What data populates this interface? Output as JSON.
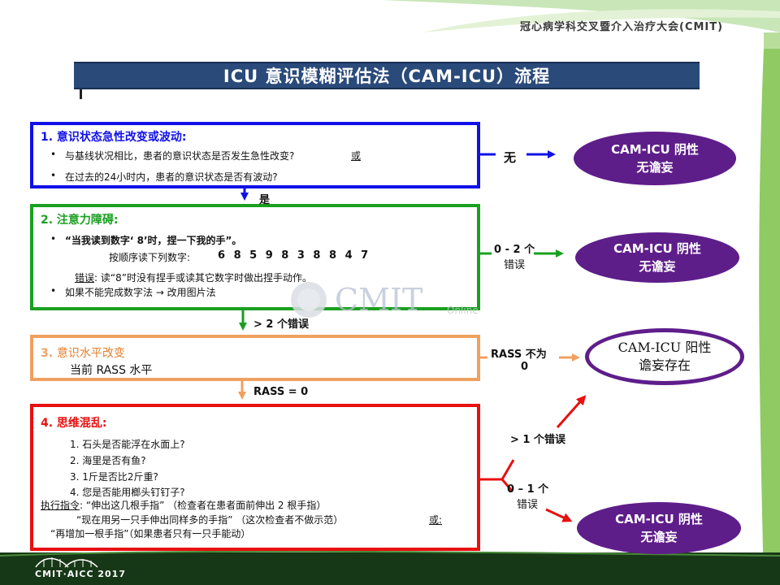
{
  "header": {
    "conference": "冠心病学科交叉暨介入治疗大会(CMIT)",
    "title": "ICU 意识模糊评估法（CAM-ICU）流程"
  },
  "step1": {
    "title": "1. 意识状态急性改变或波动:",
    "bullet1": "与基线状况相比，患者的意识状态是否发生急性改变?",
    "or": "或",
    "bullet2": "在过去的24小时内，患者的意识状态是否有波动?"
  },
  "step2": {
    "title": "2. 注意力障碍:",
    "bullet1": "“当我读到数字‘ 8’时，捏一下我的手”。",
    "sequence_label": "按顺序读下列数字:",
    "sequence": "6 8 5 9 8 3 8 8 4 7",
    "error_label": "错误",
    "error_text": ": 读“8”时没有捏手或读其它数字时做出捏手动作。",
    "bullet2": "如果不能完成数字法 → 改用图片法"
  },
  "step3": {
    "title_num": "3.",
    "title": "意识水平改变",
    "current": "当前 RASS 水平"
  },
  "step4": {
    "title": "4. 思维混乱:",
    "q1": "1. 石头是否能浮在水面上?",
    "q2": "2. 海里是否有鱼?",
    "q3": "3. 1斤是否比2斤重?",
    "q4": "4. 您是否能用榔头钉钉子?",
    "cmd_label": "执行指令",
    "cmd1": ": “伸出这几根手指” （检查者在患者面前伸出 2 根手指）",
    "cmd2": "“现在用另一只手伸出同样多的手指” （这次检查者不做示范）",
    "or": "或:",
    "cmd3": "“再增加一根手指”（如果患者只有一只手能动）"
  },
  "connectors": {
    "none": "无",
    "yes": "是",
    "errors_0_2_a": "0 - 2 个",
    "errors_0_2_b": "错误",
    "gt2": "> 2 个错误",
    "rass_not0_a": "RASS 不为",
    "rass_not0_b": "0",
    "rass_eq0": "RASS = 0",
    "gt1": "> 1 个错误",
    "errors_0_1_a": "0 – 1 个",
    "errors_0_1_b": "错误"
  },
  "outcomes": {
    "neg1_a": "CAM-ICU 阴性",
    "neg1_b": "无谵妄",
    "neg2_a": "CAM-ICU 阴性",
    "neg2_b": "无谵妄",
    "pos_a": "CAM-ICU 阳性",
    "pos_b": "谵妄存在",
    "neg3_a": "CAM-ICU 阴性",
    "neg3_b": "无谵妄"
  },
  "watermark": {
    "main": "CMIT",
    "sub": "Online"
  },
  "footer": {
    "text": "CMIT·AICC 2017"
  },
  "colors": {
    "title_bar": "#2a4a7a",
    "step1": "#1010e8",
    "step2": "#1aa020",
    "step3": "#f0a060",
    "step4": "#e81010",
    "oval": "#5e1e8a"
  }
}
